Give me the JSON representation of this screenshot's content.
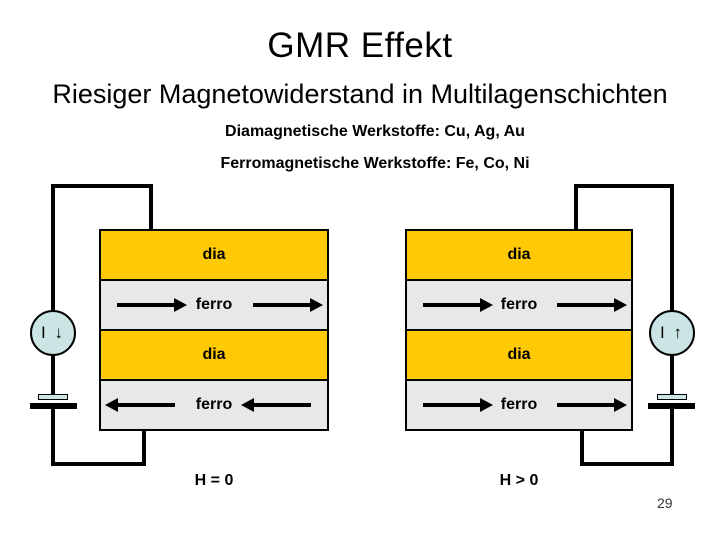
{
  "slide": {
    "title": "GMR Effekt",
    "subtitle": "Riesiger Magnetowiderstand in Multilagenschichten",
    "materials_dia": "Diamagnetische Werkstoffe: Cu, Ag, Au",
    "materials_ferro": "Ferromagnetische Werkstoffe: Fe, Co, Ni",
    "page_number": "29"
  },
  "colors": {
    "dia_fill": "#ffc903",
    "ferro_fill": "#e8e8e6",
    "meter_fill": "#cbe5e5",
    "wire": "#000000",
    "text": "#000000"
  },
  "diagrams": [
    {
      "side": "left",
      "field_label": "H = 0",
      "meter_label": "I ↓",
      "layers": [
        {
          "type": "dia",
          "label": "dia"
        },
        {
          "type": "ferro",
          "label": "ferro",
          "arrow_direction": "right"
        },
        {
          "type": "dia",
          "label": "dia"
        },
        {
          "type": "ferro",
          "label": "ferro",
          "arrow_direction": "left"
        }
      ]
    },
    {
      "side": "right",
      "field_label": "H > 0",
      "meter_label": "I ↑",
      "layers": [
        {
          "type": "dia",
          "label": "dia"
        },
        {
          "type": "ferro",
          "label": "ferro",
          "arrow_direction": "right"
        },
        {
          "type": "dia",
          "label": "dia"
        },
        {
          "type": "ferro",
          "label": "ferro",
          "arrow_direction": "right"
        }
      ]
    }
  ]
}
